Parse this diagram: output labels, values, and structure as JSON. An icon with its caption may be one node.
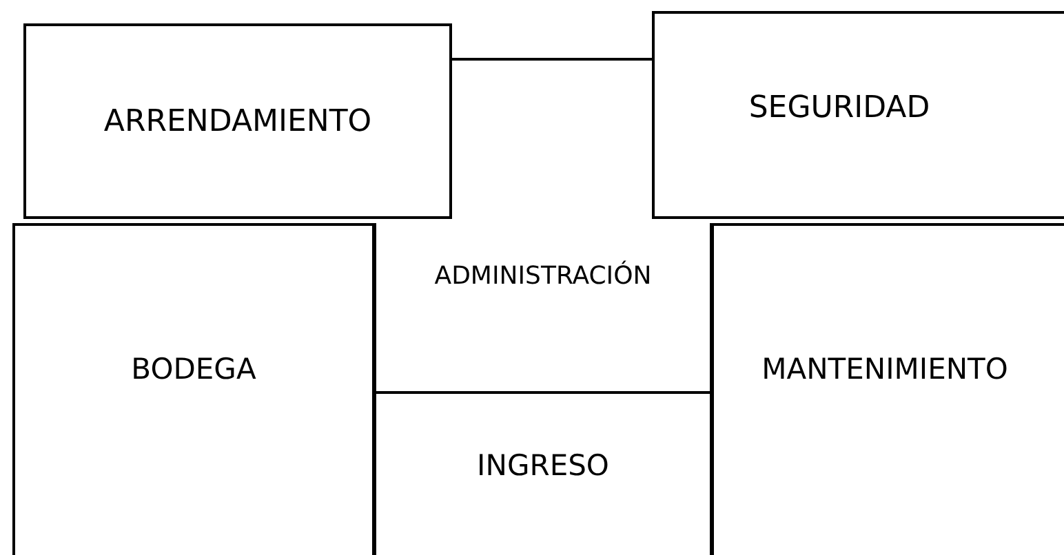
{
  "diagram": {
    "nodes": [
      {
        "text": [
          "ARRENDAMIENTO"
        ]
      },
      {
        "text": [
          "SEGURIDAD"
        ]
      },
      {
        "text": [
          "BODEGA"
        ]
      },
      {
        "text": [
          "ADMINISTRACIÓN"
        ]
      },
      {
        "text": [
          "INGRESO"
        ]
      },
      {
        "text": [
          "MANTENIMIENTO"
        ]
      }
    ],
    "edges": [
      {
        "from": 0,
        "to": 1,
        "arrow": "none"
      }
    ]
  }
}
